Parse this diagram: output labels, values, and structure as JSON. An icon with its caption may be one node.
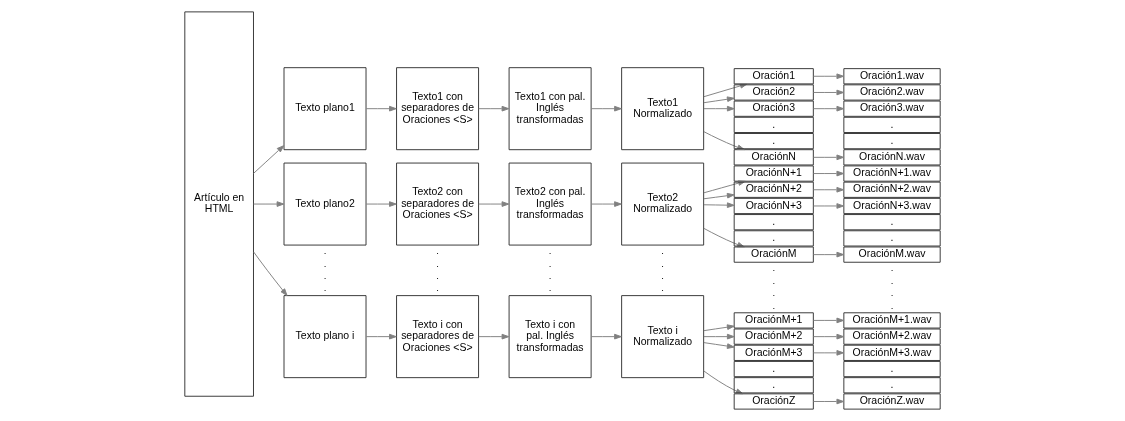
{
  "diagram": {
    "nodes": [
      {
        "text": [
          "Artículo en HTML"
        ]
      },
      {
        "text": [
          "Texto plano1"
        ]
      },
      {
        "text": [
          "Texto1 con separadores de Oraciones <S>"
        ]
      },
      {
        "text": [
          "Texto1 con pal. Inglés transformadas"
        ]
      },
      {
        "text": [
          "Texto1 Normalizado"
        ]
      },
      {
        "text": [
          "Oración1"
        ]
      },
      {
        "text": [
          "Oración2"
        ]
      },
      {
        "text": [
          "Oración3"
        ]
      },
      {
        "text": [
          "."
        ]
      },
      {
        "text": [
          "."
        ]
      },
      {
        "text": [
          "OraciónN"
        ]
      },
      {
        "text": [
          "Oración1.wav"
        ]
      },
      {
        "text": [
          "Oración2.wav"
        ]
      },
      {
        "text": [
          "Oración3.wav"
        ]
      },
      {
        "text": [
          "."
        ]
      },
      {
        "text": [
          "."
        ]
      },
      {
        "text": [
          "OraciónN.wav"
        ]
      },
      {
        "text": [
          "Texto plano2"
        ]
      },
      {
        "text": [
          "Texto2 con separadores de Oraciones <S>"
        ]
      },
      {
        "text": [
          "Texto2 con pal. Inglés transformadas"
        ]
      },
      {
        "text": [
          "Texto2 Normalizado"
        ]
      },
      {
        "text": [
          "OraciónN+1"
        ]
      },
      {
        "text": [
          "OraciónN+2"
        ]
      },
      {
        "text": [
          "OraciónN+3"
        ]
      },
      {
        "text": [
          "."
        ]
      },
      {
        "text": [
          "."
        ]
      },
      {
        "text": [
          "OraciónM"
        ]
      },
      {
        "text": [
          "OraciónN+1.wav"
        ]
      },
      {
        "text": [
          "OraciónN+2.wav"
        ]
      },
      {
        "text": [
          "OraciónN+3.wav"
        ]
      },
      {
        "text": [
          "."
        ]
      },
      {
        "text": [
          "."
        ]
      },
      {
        "text": [
          "OraciónM.wav"
        ]
      },
      {
        "text": [
          "Texto plano i"
        ]
      },
      {
        "text": [
          "Texto i con separadores de Oraciones <S>"
        ]
      },
      {
        "text": [
          "Texto i con pal. Inglés transformadas"
        ]
      },
      {
        "text": [
          "Texto i Normalizado"
        ]
      },
      {
        "text": [
          "OraciónM+1"
        ]
      },
      {
        "text": [
          "OraciónM+2"
        ]
      },
      {
        "text": [
          "OraciónM+3"
        ]
      },
      {
        "text": [
          "."
        ]
      },
      {
        "text": [
          "."
        ]
      },
      {
        "text": [
          "OraciónZ"
        ]
      },
      {
        "text": [
          "OraciónM+1.wav"
        ]
      },
      {
        "text": [
          "OraciónM+2.wav"
        ]
      },
      {
        "text": [
          "OraciónM+3.wav"
        ]
      },
      {
        "text": [
          "."
        ]
      },
      {
        "text": [
          "."
        ]
      },
      {
        "text": [
          "OraciónZ.wav"
        ]
      }
    ],
    "edges": [
      {
        "from": 0,
        "to": 1,
        "arrow": "to"
      },
      {
        "from": 1,
        "to": 2,
        "arrow": "to"
      },
      {
        "from": 2,
        "to": 3,
        "arrow": "to"
      },
      {
        "from": 3,
        "to": 4,
        "arrow": "to"
      },
      {
        "from": 4,
        "to": 5,
        "arrow": "to"
      },
      {
        "from": 4,
        "to": 6,
        "arrow": "to"
      },
      {
        "from": 4,
        "to": 7,
        "arrow": "to"
      },
      {
        "from": 4,
        "to": 10,
        "arrow": "to"
      },
      {
        "from": 5,
        "to": 11,
        "arrow": "to"
      },
      {
        "from": 6,
        "to": 12,
        "arrow": "to"
      },
      {
        "from": 7,
        "to": 13,
        "arrow": "to"
      },
      {
        "from": 10,
        "to": 16,
        "arrow": "to"
      },
      {
        "from": 0,
        "to": 17,
        "arrow": "to"
      },
      {
        "from": 17,
        "to": 18,
        "arrow": "to"
      },
      {
        "from": 18,
        "to": 19,
        "arrow": "to"
      },
      {
        "from": 19,
        "to": 20,
        "arrow": "to"
      },
      {
        "from": 20,
        "to": 21,
        "arrow": "to"
      },
      {
        "from": 20,
        "to": 22,
        "arrow": "to"
      },
      {
        "from": 20,
        "to": 23,
        "arrow": "to"
      },
      {
        "from": 20,
        "to": 26,
        "arrow": "to"
      },
      {
        "from": 21,
        "to": 27,
        "arrow": "to"
      },
      {
        "from": 22,
        "to": 28,
        "arrow": "to"
      },
      {
        "from": 23,
        "to": 29,
        "arrow": "to"
      },
      {
        "from": 26,
        "to": 32,
        "arrow": "to"
      },
      {
        "from": 0,
        "to": 33,
        "arrow": "to"
      },
      {
        "from": 33,
        "to": 34,
        "arrow": "to"
      },
      {
        "from": 34,
        "to": 35,
        "arrow": "to"
      },
      {
        "from": 35,
        "to": 36,
        "arrow": "to"
      },
      {
        "from": 36,
        "to": 37,
        "arrow": "to"
      },
      {
        "from": 36,
        "to": 38,
        "arrow": "to"
      },
      {
        "from": 36,
        "to": 39,
        "arrow": "to"
      },
      {
        "from": 36,
        "to": 42,
        "arrow": "to"
      },
      {
        "from": 37,
        "to": 43,
        "arrow": "to"
      },
      {
        "from": 38,
        "to": 44,
        "arrow": "to"
      },
      {
        "from": 39,
        "to": 45,
        "arrow": "to"
      },
      {
        "from": 42,
        "to": 48,
        "arrow": "to"
      }
    ],
    "labels": [
      ".",
      ".",
      ".",
      ".",
      ".",
      ".",
      ".",
      ".",
      ".",
      ".",
      ".",
      ".",
      ".",
      ".",
      ".",
      ".",
      ".",
      ".",
      ".",
      ".",
      ".",
      ".",
      ".",
      "."
    ]
  }
}
